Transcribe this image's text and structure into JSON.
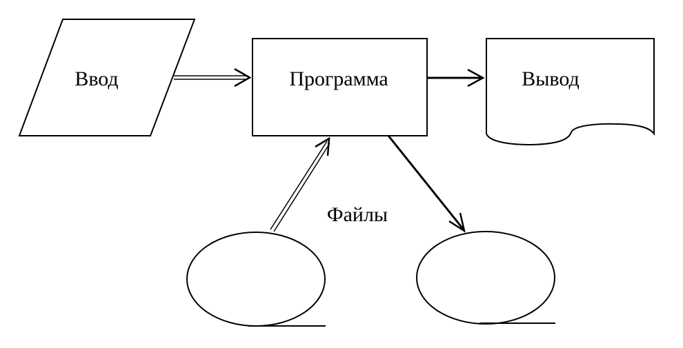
{
  "nodes": {
    "input": {
      "label": "Ввод",
      "shape": "parallelogram"
    },
    "program": {
      "label": "Программа",
      "shape": "rectangle"
    },
    "output": {
      "label": "Вывод",
      "shape": "document"
    },
    "files": {
      "label": "Файлы",
      "items": [
        {
          "shape": "storage-circle",
          "role": "file-input"
        },
        {
          "shape": "storage-circle",
          "role": "file-output"
        }
      ]
    }
  },
  "edges": [
    {
      "from": "input",
      "to": "program",
      "style": "double-line-arrow"
    },
    {
      "from": "program",
      "to": "output",
      "style": "thick-arrow"
    },
    {
      "from": "files.0",
      "to": "program",
      "style": "double-line-arrow"
    },
    {
      "from": "program",
      "to": "files.1",
      "style": "thick-arrow"
    }
  ],
  "colors": {
    "stroke": "#000000",
    "fill": "#ffffff",
    "text": "#000000"
  }
}
